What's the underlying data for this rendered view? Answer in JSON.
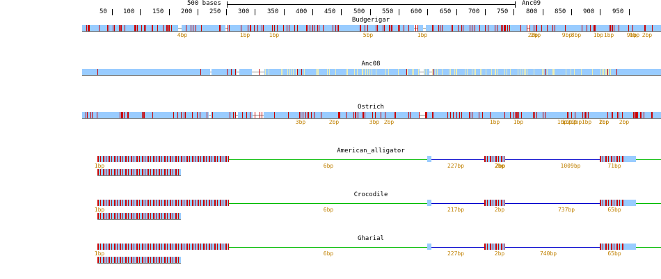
{
  "ruler": {
    "ticks": [
      "50",
      "100",
      "150",
      "200",
      "250",
      "300",
      "350",
      "400",
      "450",
      "500",
      "550",
      "600",
      "650",
      "700",
      "750",
      "800",
      "850",
      "900",
      "950"
    ],
    "scale_label": "500 bases",
    "right_label": "Anc09"
  },
  "tracks": [
    {
      "name": "Budgerigar",
      "gap_labels": [
        "4bp",
        "1bp",
        "1bp",
        "5bp",
        "1bp",
        "2bp",
        "2bp",
        "9bp",
        "8bp",
        "1bp",
        "1bp",
        "9bp",
        "1bp",
        "2bp"
      ]
    },
    {
      "name": "Anc08",
      "gap_labels": []
    },
    {
      "name": "Ostrich",
      "gap_labels": [
        "3bp",
        "2bp",
        "3bp",
        "2bp",
        "1bp",
        "1bp",
        "1bp",
        "1bp",
        "2bp",
        "2bp",
        "1bp",
        "2bp",
        "1bp",
        "2bp"
      ]
    },
    {
      "name": "American_alligator",
      "gap_labels": [
        "1bp",
        "6bp",
        "227bp",
        "2bp",
        "2bp",
        "1009bp",
        "71bp"
      ]
    },
    {
      "name": "Crocodile",
      "gap_labels": [
        "1bp",
        "6bp",
        "217bp",
        "2bp",
        "737bp",
        "65bp"
      ]
    },
    {
      "name": "Gharial",
      "gap_labels": [
        "1bp",
        "6bp",
        "227bp",
        "2bp",
        "740bp",
        "65bp"
      ]
    }
  ],
  "colors": {
    "block": "#99ccff",
    "insertion": "#cc0000",
    "gap_label": "#c08000",
    "single_line": "#00bb00",
    "double_line": "#0000cc"
  }
}
